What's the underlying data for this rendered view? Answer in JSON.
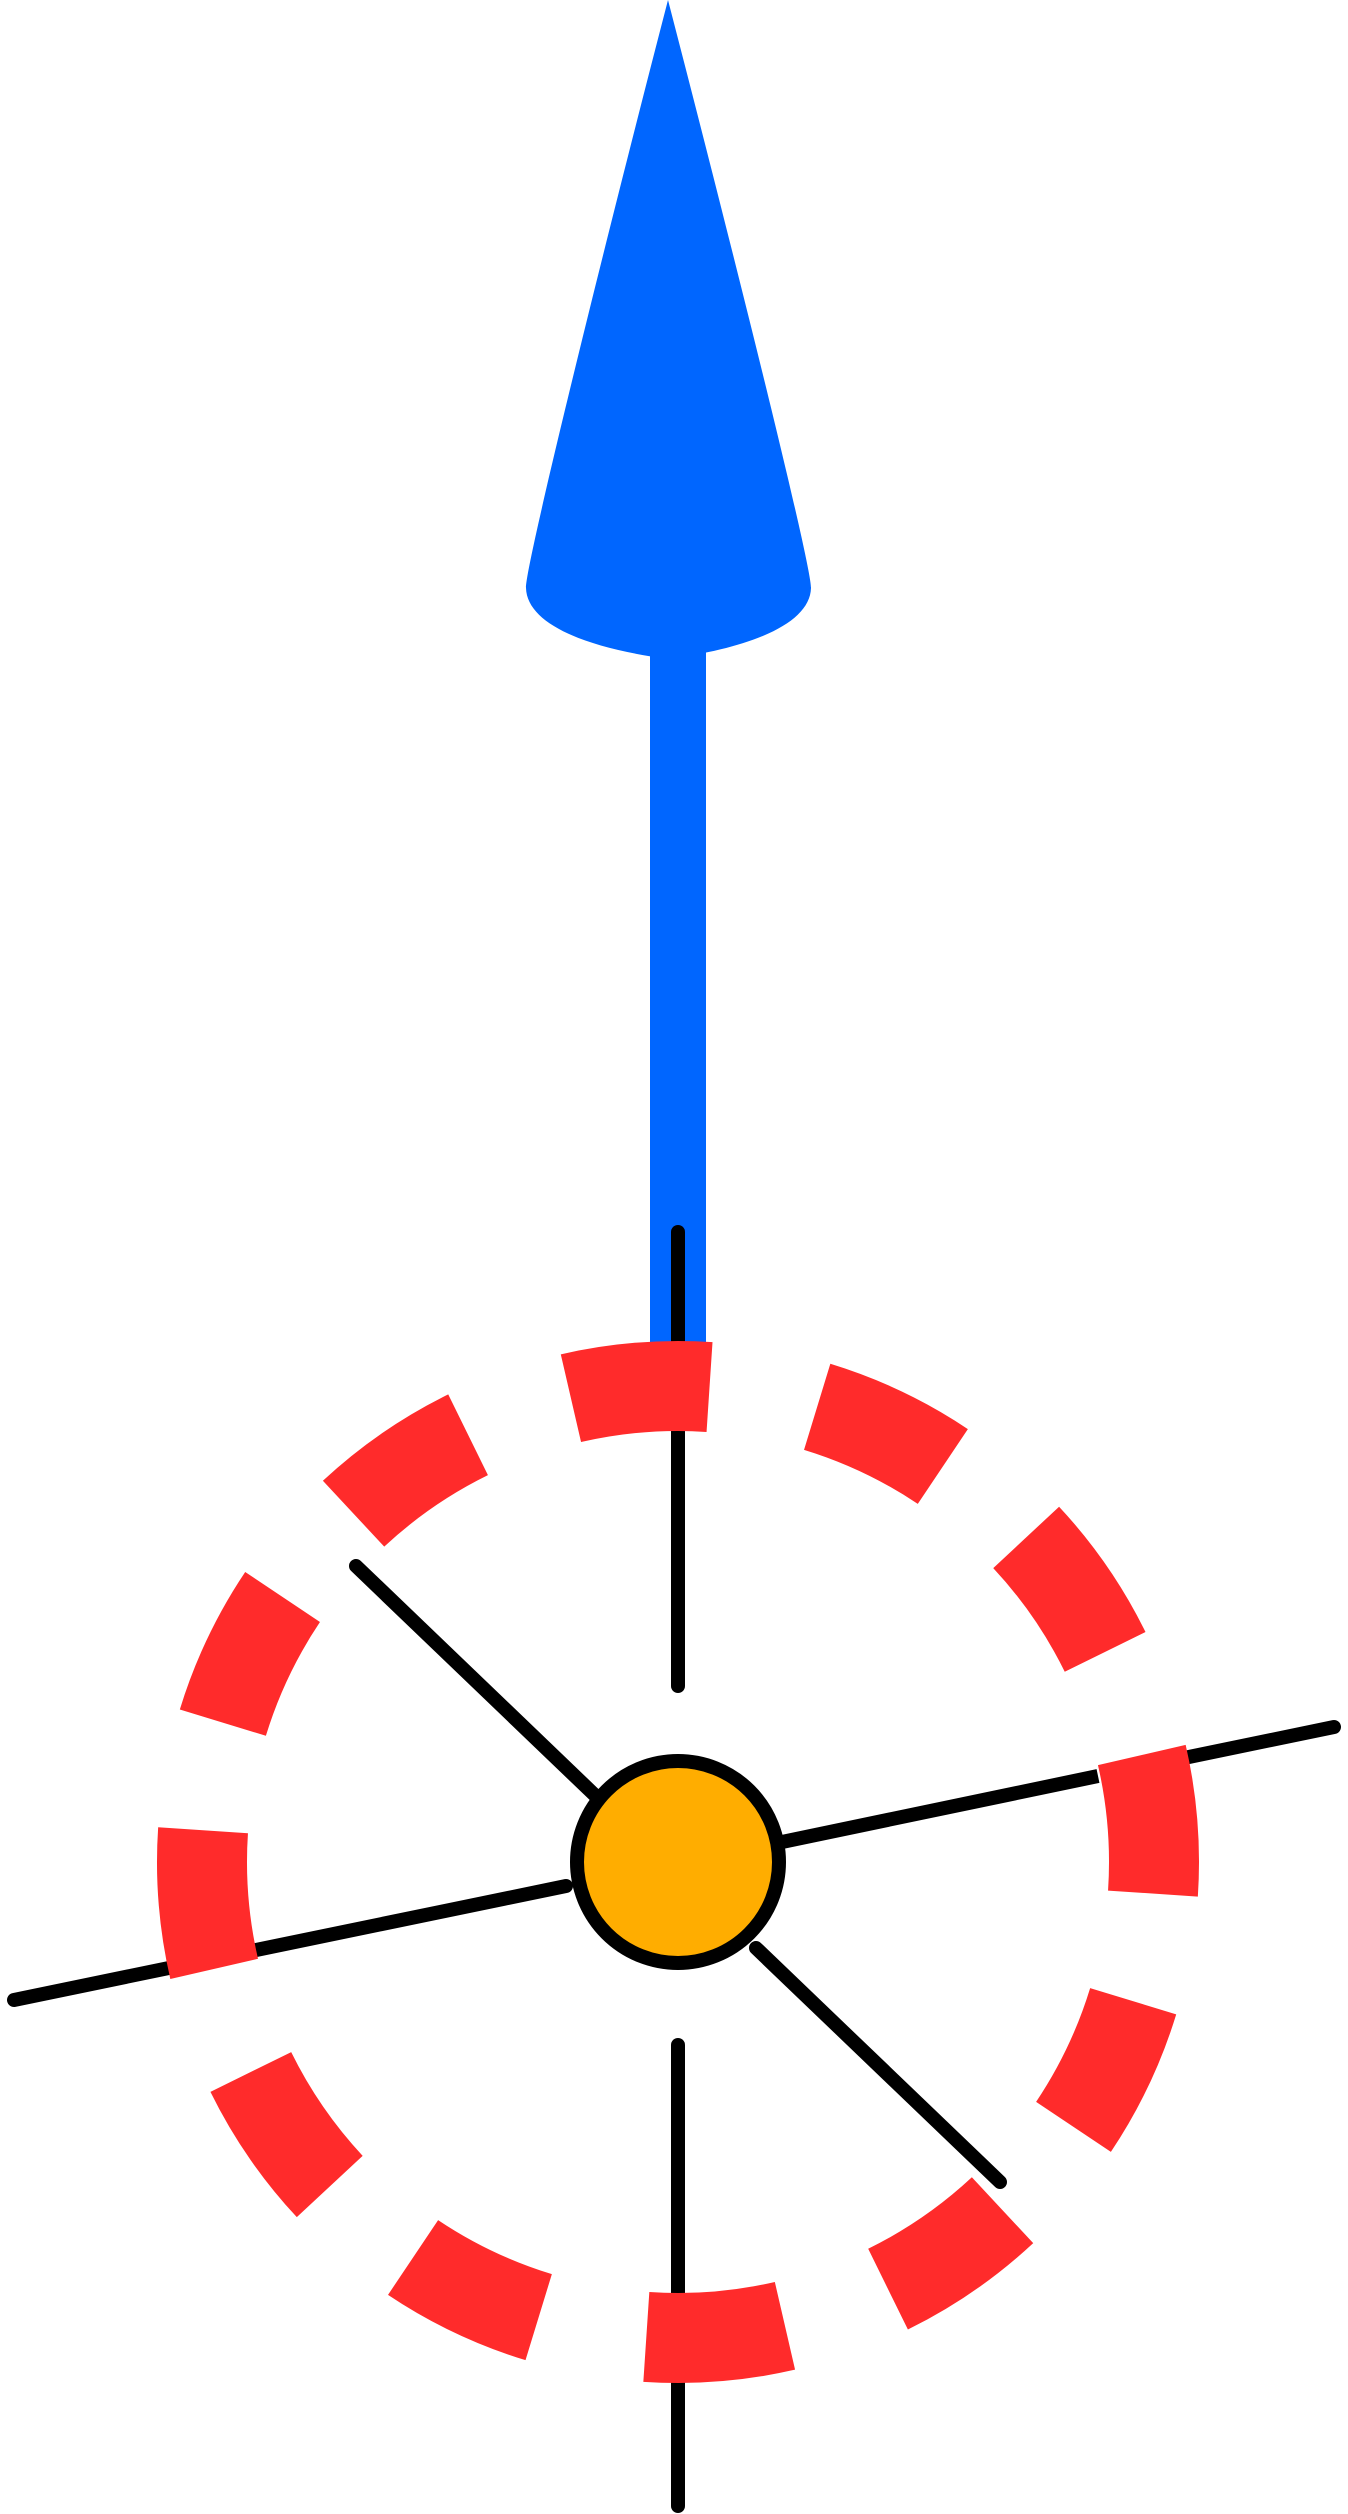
{
  "diagram": {
    "background_color": "#ffffff",
    "arrow_color": "#0066ff",
    "spoke_color": "#000000",
    "dash_ring_color": "#ff2b2b",
    "hub_fill_color": "#ffad00",
    "hub_stroke_color": "#000000",
    "elements": [
      "arrow",
      "spokes",
      "dashed-ring",
      "hub"
    ]
  }
}
